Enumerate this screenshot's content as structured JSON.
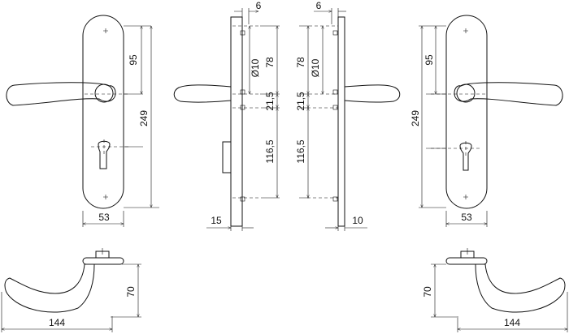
{
  "labels": {
    "front_left": {
      "width": "53",
      "height": "249",
      "center": "95"
    },
    "side_left": {
      "top": "6",
      "dia": "Ø10",
      "d1": "78",
      "d2": "21,5",
      "d3": "116,5",
      "bottom": "15"
    },
    "side_right": {
      "top": "6",
      "dia": "Ø10",
      "d1": "78",
      "d2": "21,5",
      "d3": "116,5",
      "bottom": "10"
    },
    "front_right": {
      "width": "53",
      "height": "249",
      "center": "95"
    },
    "top_left": {
      "length": "144",
      "depth": "70"
    },
    "top_right": {
      "length": "144",
      "depth": "70"
    }
  }
}
